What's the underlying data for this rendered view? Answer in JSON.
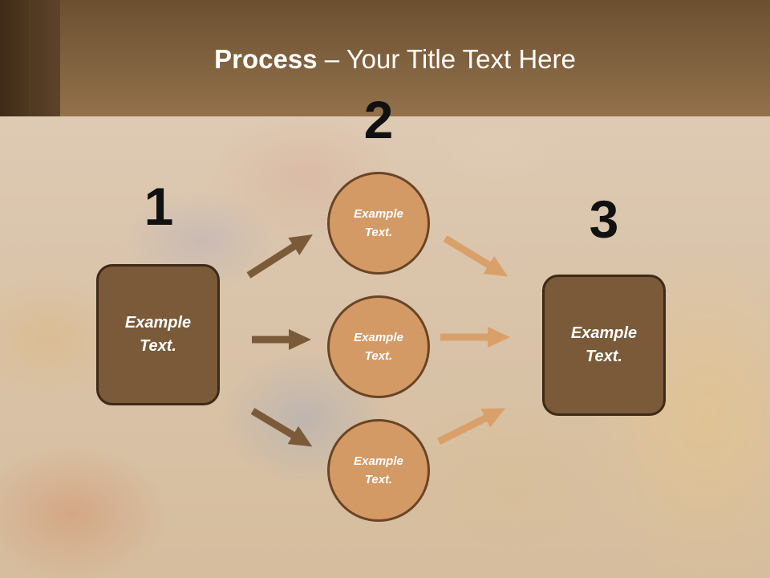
{
  "slide": {
    "title_bold": "Process",
    "title_rest": " – Your Title Text Here"
  },
  "steps": [
    "1",
    "2",
    "3"
  ],
  "left_box": {
    "text": "Example\nText."
  },
  "circles": [
    {
      "text": "Example\nText."
    },
    {
      "text": "Example\nText."
    },
    {
      "text": "Example\nText."
    }
  ],
  "right_box": {
    "text": "Example\nText."
  },
  "colors": {
    "header": "#7d5f3d",
    "box_fill": "#7a5a38",
    "box_border": "#3d2a17",
    "circle_fill": "#d49a66",
    "circle_border": "#6a4424",
    "dark_arrow": "#7a5a38",
    "light_arrow": "#d9a06a"
  }
}
